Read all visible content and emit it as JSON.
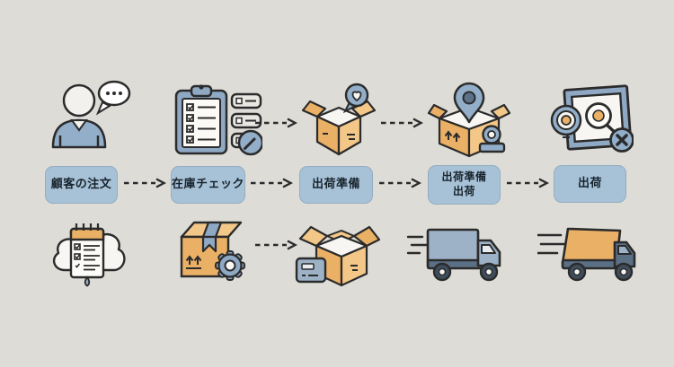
{
  "diagram": {
    "title": "shipping-process-flow",
    "language": "ja",
    "colors": {
      "background": "#dddcd7",
      "label_fill": "#a7c1d7",
      "label_text": "#18242c",
      "outline": "#2b2b2b",
      "orange": "#eab066",
      "orange_light": "#f3c788",
      "blue": "#92aec9",
      "blue_gray": "#8fa9c4",
      "blue_dark": "#5b6f85",
      "paper": "#f7f6f2"
    },
    "connector_style": "dashed-arrow"
  },
  "flow": {
    "steps": [
      {
        "id": "customer-order",
        "label_lines": [
          "顧客の注文"
        ],
        "top_icon": "person-speech-icon",
        "bottom_icon": "cloud-checklist-icon"
      },
      {
        "id": "inventory-check",
        "label_lines": [
          "在庫チェック"
        ],
        "top_icon": "clipboard-checklist-icon",
        "bottom_icon": "box-gear-icon"
      },
      {
        "id": "shipping-prep",
        "label_lines": [
          "出荷準備"
        ],
        "top_icon": "open-box-heart-icon",
        "bottom_icon": "open-box-label-icon"
      },
      {
        "id": "shipping-prep-ship",
        "label_lines": [
          "出荷準備",
          "出荷"
        ],
        "top_icon": "open-box-pin-icon",
        "bottom_icon": "truck-blue-icon"
      },
      {
        "id": "ship",
        "label_lines": [
          "出荷"
        ],
        "top_icon": "frame-scan-icon",
        "bottom_icon": "truck-orange-icon"
      }
    ],
    "arrows": {
      "top_row_count": 2,
      "middle_row_count": 4,
      "bottom_row_count": 1
    }
  }
}
